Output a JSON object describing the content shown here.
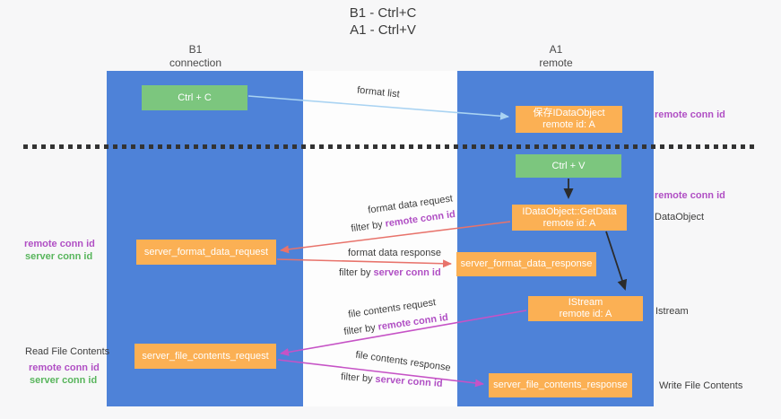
{
  "title": {
    "line1": "B1 - Ctrl+C",
    "line2": "A1 - Ctrl+V"
  },
  "colors": {
    "column_blue": "#4e82d8",
    "box_orange": "#fbb054",
    "box_green": "#7cc67e",
    "arrow_salmon": "#e8736b",
    "arrow_magenta": "#c653c6",
    "arrow_lightblue": "#a9d3f2",
    "arrow_black": "#2b2b2b",
    "label_purple": "#b04fc4",
    "label_green": "#58b55c"
  },
  "columns": {
    "left": {
      "title": "B1",
      "subtitle": "connection"
    },
    "right": {
      "title": "A1",
      "subtitle": "remote"
    }
  },
  "nodes": {
    "ctrl_c": {
      "label": "Ctrl + C"
    },
    "ctrl_v": {
      "label": "Ctrl + V"
    },
    "save_dataobject": {
      "line1": "保存IDataObject",
      "line2": "remote id: A"
    },
    "getdata": {
      "line1": "IDataObject::GetData",
      "line2": "remote id: A"
    },
    "istream": {
      "line1": "IStream",
      "line2": "remote id: A"
    },
    "format_request": {
      "label": "server_format_data_request"
    },
    "format_response": {
      "label": "server_format_data_response"
    },
    "file_request": {
      "label": "server_file_contents_request"
    },
    "file_response": {
      "label": "server_file_contents_response"
    }
  },
  "labels": {
    "format_list": "format list",
    "format_data_request": "format data request",
    "format_data_response": "format data response",
    "file_contents_request": "file contents request",
    "file_contents_response": "file contents response",
    "filter_by": "filter by",
    "remote_conn_id": "remote conn id",
    "server_conn_id": "server conn id"
  },
  "side": {
    "right_remote_1": "remote conn id",
    "right_remote_2": "remote conn id",
    "dataobject": "DataObject",
    "istream": "Istream",
    "write_file_contents": "Write File Contents",
    "read_file_contents": "Read File Contents",
    "left_remote_1": "remote conn id",
    "left_server_1": "server conn id",
    "left_remote_2": "remote conn id",
    "left_server_2": "server conn id"
  }
}
